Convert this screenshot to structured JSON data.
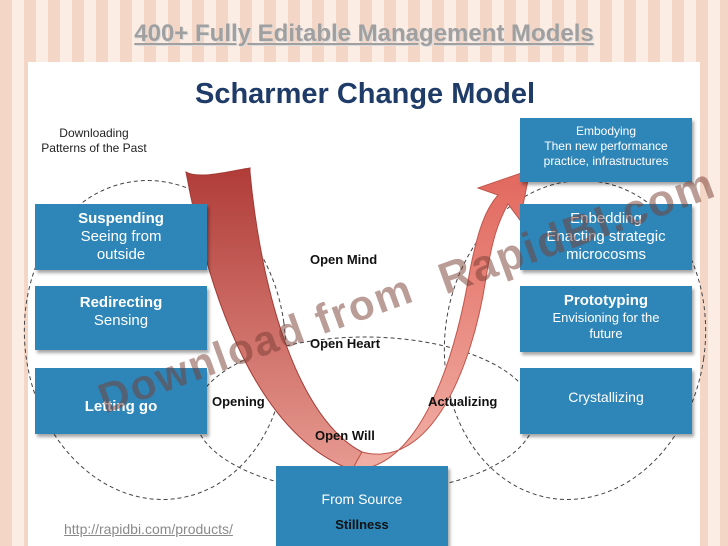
{
  "banner": "400+ Fully Editable Management Models",
  "title": "Scharmer Change Model",
  "top_left_label": [
    "Downloading",
    "Patterns of the Past"
  ],
  "left_boxes": {
    "suspending": {
      "heading": "Suspending",
      "sub": [
        "Seeing from",
        "outside"
      ]
    },
    "redirecting": {
      "heading": "Redirecting",
      "sub": [
        "Sensing"
      ]
    },
    "letting_go": {
      "heading": "Letting go"
    }
  },
  "right_boxes": {
    "embodying": [
      "Embodying",
      "Then new performance",
      "practice, infrastructures"
    ],
    "enacting": [
      "Enbedding",
      "Enacting strategic",
      "microcosms"
    ],
    "prototyping": {
      "heading": "Prototyping",
      "sub": [
        "Envisioning for the",
        "future"
      ]
    },
    "crystallizing": "Crystallizing"
  },
  "bottom_box": {
    "label": "From Source",
    "sub": "Stillness"
  },
  "levels": {
    "open_mind": "Open Mind",
    "open_heart": "Open Heart",
    "open_will": "Open Will",
    "opening": "Opening",
    "actualizing": "Actualizing"
  },
  "watermark": {
    "line1": "Download from",
    "line2": "RapidBI.com"
  },
  "footer_link": "http://rapidbi.com/products/",
  "colors": {
    "box_fill": "#2e86b8",
    "title": "#1f3b67",
    "arrow_left": "#b5453f",
    "arrow_right": "#e88a80"
  }
}
